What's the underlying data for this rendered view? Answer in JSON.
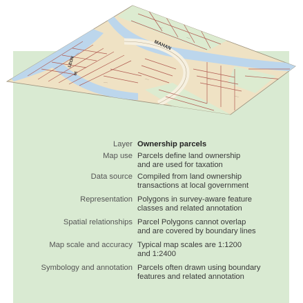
{
  "map": {
    "street_labels": [
      "MAHAN",
      "LEON",
      "SE"
    ],
    "colors": {
      "ground": "#efe2c4",
      "water": "#bcd6ec",
      "lot_fill": "#dcebd0",
      "parcel_line": "#b05a50",
      "panel": "#d9ead2"
    }
  },
  "layer": {
    "label": "Layer",
    "value": "Ownership parcels"
  },
  "rows": [
    {
      "label": "Map use",
      "lines": [
        "Parcels define land ownership",
        "and are used for taxation"
      ]
    },
    {
      "label": "Data source",
      "lines": [
        "Compiled from land ownership",
        "transactions at local government"
      ]
    },
    {
      "label": "Representation",
      "lines": [
        "Polygons in survey-aware feature",
        "classes and related annotation"
      ]
    },
    {
      "label": "Spatial relationships",
      "lines": [
        "Parcel Polygons cannot overlap",
        "and are covered by boundary lines"
      ]
    },
    {
      "label": "Map scale and accuracy",
      "lines": [
        "Typical map scales are 1:1200",
        "and 1:2400"
      ]
    },
    {
      "label": "Symbology and annotation",
      "lines": [
        "Parcels often drawn using boundary",
        "features and related annotation"
      ]
    }
  ]
}
